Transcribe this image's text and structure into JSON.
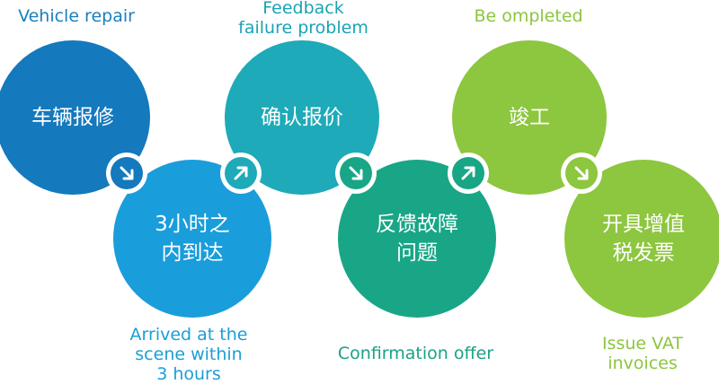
{
  "labels": {
    "vehicle_repair": "Vehicle repair",
    "feedback_line1": "Feedback",
    "feedback_line2": "failure problem",
    "be_completed": "Be ompleted",
    "arrived_line1": "Arrived at the",
    "arrived_line2": "scene within",
    "arrived_line3": "3 hours",
    "confirmation_offer": "Confirmation offer",
    "vat_line1": "Issue VAT",
    "vat_line2": "invoices"
  },
  "steps": [
    {
      "line1": "车辆报修",
      "color": "#1479bd"
    },
    {
      "line1": "3小时之",
      "line2": "内到达",
      "color": "#1a9ddb"
    },
    {
      "line1": "确认报价",
      "color": "#1eaab8"
    },
    {
      "line1": "反馈故障",
      "line2": "问题",
      "color": "#18a686"
    },
    {
      "line1": "竣工",
      "color": "#8dc63f"
    },
    {
      "line1": "开具增值",
      "line2": "税发票",
      "color": "#8dc63f"
    }
  ],
  "connectors": [
    {
      "icon": "arrow-down-right-icon",
      "color": "#1479bd"
    },
    {
      "icon": "arrow-up-right-icon",
      "color": "#1eaab8"
    },
    {
      "icon": "arrow-down-right-icon",
      "color": "#18a686"
    },
    {
      "icon": "arrow-up-right-icon",
      "color": "#18a686"
    },
    {
      "icon": "arrow-down-right-icon",
      "color": "#8dc63f"
    }
  ]
}
